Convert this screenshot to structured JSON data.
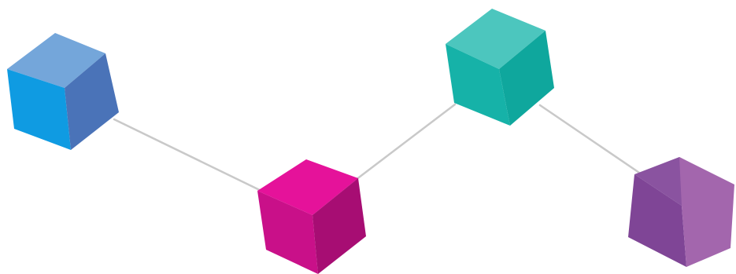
{
  "diagram": {
    "connector_color": "#c9c9c9",
    "nodes": [
      {
        "id": "blue-cube",
        "color_name": "blue",
        "top": "#74a6da",
        "left": "#0f9be2",
        "right": "#4a73b8"
      },
      {
        "id": "magenta-cube",
        "color_name": "magenta",
        "top": "#e5129a",
        "left": "#c91089",
        "right": "#a70d73"
      },
      {
        "id": "teal-cube",
        "color_name": "teal",
        "top": "#4cc6be",
        "left": "#16b2a8",
        "right": "#0fa79d"
      },
      {
        "id": "purple-cube",
        "color_name": "purple",
        "top": "#8a53a0",
        "left": "#7f4596",
        "right": "#a366ad"
      }
    ],
    "edges": [
      {
        "from": "blue-cube",
        "to": "magenta-cube"
      },
      {
        "from": "magenta-cube",
        "to": "teal-cube"
      },
      {
        "from": "teal-cube",
        "to": "purple-cube"
      }
    ]
  }
}
